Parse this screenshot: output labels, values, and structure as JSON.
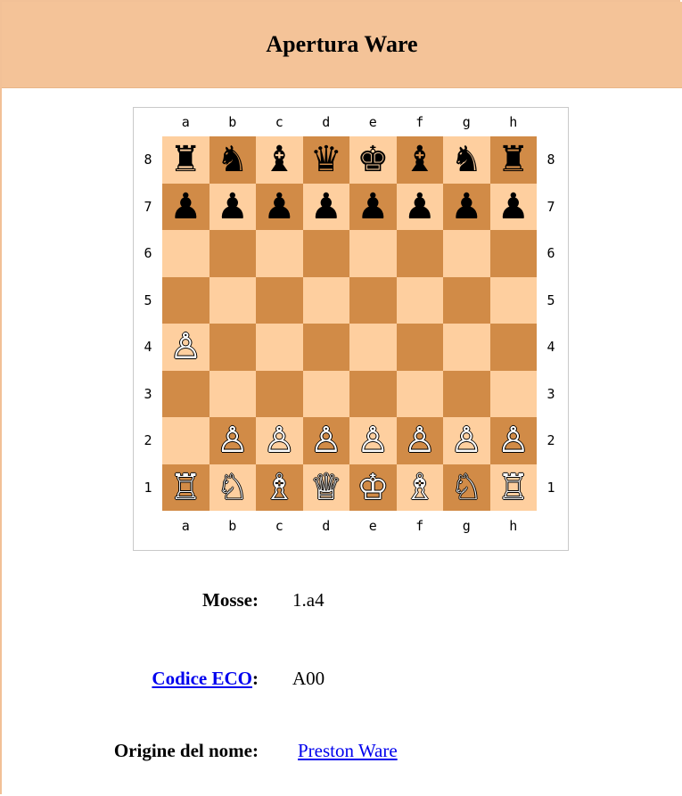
{
  "title": "Apertura Ware",
  "board": {
    "files": [
      "a",
      "b",
      "c",
      "d",
      "e",
      "f",
      "g",
      "h"
    ],
    "ranks": [
      "8",
      "7",
      "6",
      "5",
      "4",
      "3",
      "2",
      "1"
    ],
    "position": [
      [
        "♜",
        "♞",
        "♝",
        "♛",
        "♚",
        "♝",
        "♞",
        "♜"
      ],
      [
        "♟",
        "♟",
        "♟",
        "♟",
        "♟",
        "♟",
        "♟",
        "♟"
      ],
      [
        "",
        "",
        "",
        "",
        "",
        "",
        "",
        ""
      ],
      [
        "",
        "",
        "",
        "",
        "",
        "",
        "",
        ""
      ],
      [
        "♙",
        "",
        "",
        "",
        "",
        "",
        "",
        ""
      ],
      [
        "",
        "",
        "",
        "",
        "",
        "",
        "",
        ""
      ],
      [
        "",
        "♙",
        "♙",
        "♙",
        "♙",
        "♙",
        "♙",
        "♙"
      ],
      [
        "♖",
        "♘",
        "♗",
        "♕",
        "♔",
        "♗",
        "♘",
        "♖"
      ]
    ]
  },
  "info": {
    "moves_label": "Mosse",
    "moves_value": "1.a4",
    "eco_label": "Codice ECO",
    "eco_value": "A00",
    "origin_label": "Origine del nome",
    "origin_value": "Preston Ware",
    "colon": ":"
  }
}
